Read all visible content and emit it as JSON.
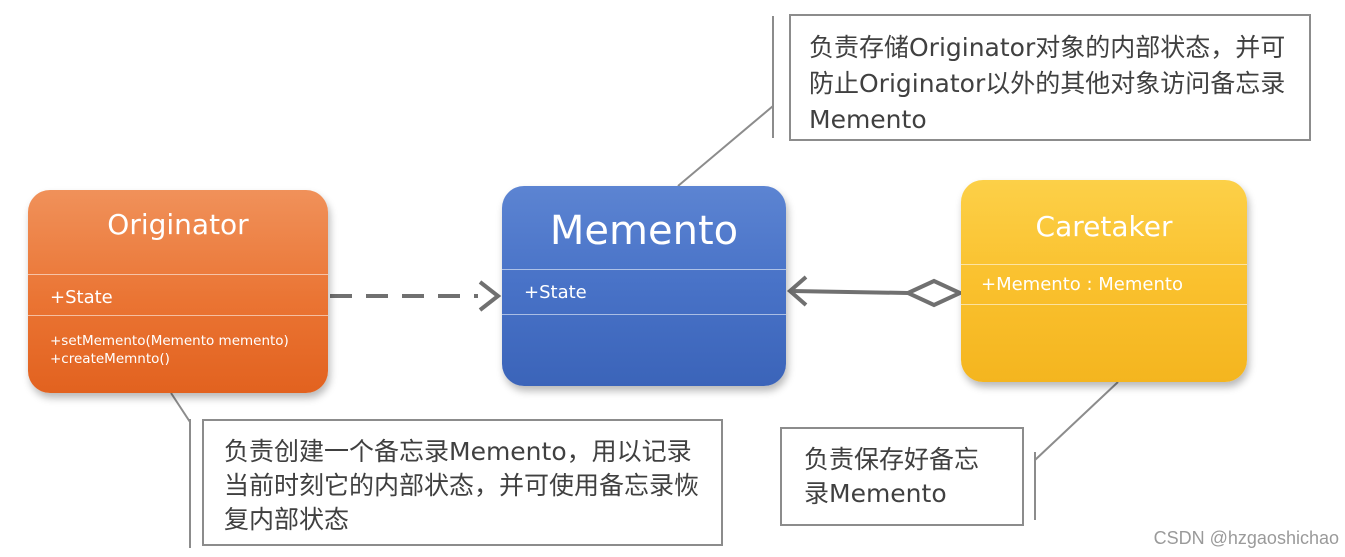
{
  "classes": {
    "originator": {
      "name": "Originator",
      "attribute": "+State",
      "operations": [
        "+setMemento(Memento memento)",
        "+createMemnto()"
      ],
      "color": "#ea7433"
    },
    "memento": {
      "name": "Memento",
      "attribute": "+State",
      "color": "#4872c7"
    },
    "caretaker": {
      "name": "Caretaker",
      "attribute": "+Memento : Memento",
      "color": "#fac12e"
    }
  },
  "notes": {
    "memento": "负责存储Originator对象的内部状态，并可防止Originator以外的其他对象访问备忘录Memento",
    "originator": "负责创建一个备忘录Memento，用以记录当前时刻它的内部状态，并可使用备忘录恢复内部状态",
    "caretaker": "负责保存好备忘录Memento"
  },
  "relations": [
    {
      "from": "Originator",
      "to": "Memento",
      "type": "dependency"
    },
    {
      "from": "Caretaker",
      "to": "Memento",
      "type": "aggregation"
    }
  ],
  "watermark": "CSDN @hzgaoshichao"
}
